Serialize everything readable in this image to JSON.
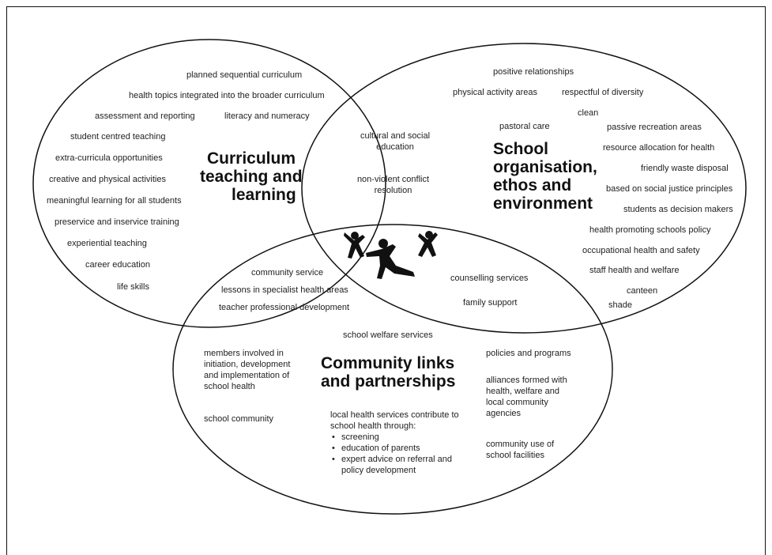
{
  "circles": {
    "curriculum": {
      "title_lines": [
        "Curriculum",
        "teaching and",
        "learning"
      ],
      "items": [
        "planned sequential curriculum",
        "health topics integrated into the broader curriculum",
        "assessment and reporting",
        "literacy and numeracy",
        "student centred teaching",
        "extra-curricula opportunities",
        "creative and physical activities",
        "meaningful learning for all students",
        "preservice and inservice training",
        "experiential teaching",
        "career education",
        "life skills"
      ]
    },
    "school": {
      "title_lines": [
        "School",
        "organisation,",
        "ethos and",
        "environment"
      ],
      "items": [
        "positive relationships",
        "physical activity areas",
        "respectful of diversity",
        "clean",
        "pastoral care",
        "passive recreation areas",
        "resource allocation for health",
        "friendly waste disposal",
        "based on social justice principles",
        "students as decision makers",
        "health promoting schools policy",
        "occupational health and safety",
        "staff health and welfare",
        "canteen",
        "shade"
      ]
    },
    "community": {
      "title_lines": [
        "Community links",
        "and partnerships"
      ],
      "items": [
        "school welfare services",
        "members involved in initiation, development and implementation of school health",
        "school community",
        "policies and programs",
        "alliances formed with health, welfare and local community agencies",
        "community use of school facilities"
      ],
      "local_health": {
        "intro": "local health services contribute to school health through:",
        "bullets": [
          "screening",
          "education of parents",
          "expert advice on referral and policy development"
        ]
      }
    }
  },
  "overlaps": {
    "curriculum_school": [
      "cultural and social education",
      "non-violent conflict resolution"
    ],
    "curriculum_community": [
      "community service",
      "lessons in specialist health areas",
      "teacher professional development"
    ],
    "school_community": [
      "counselling services",
      "family support"
    ]
  },
  "center_logo": "three-figures-icon",
  "colors": {
    "ink": "#111111",
    "text": "#222222",
    "background": "#ffffff"
  }
}
